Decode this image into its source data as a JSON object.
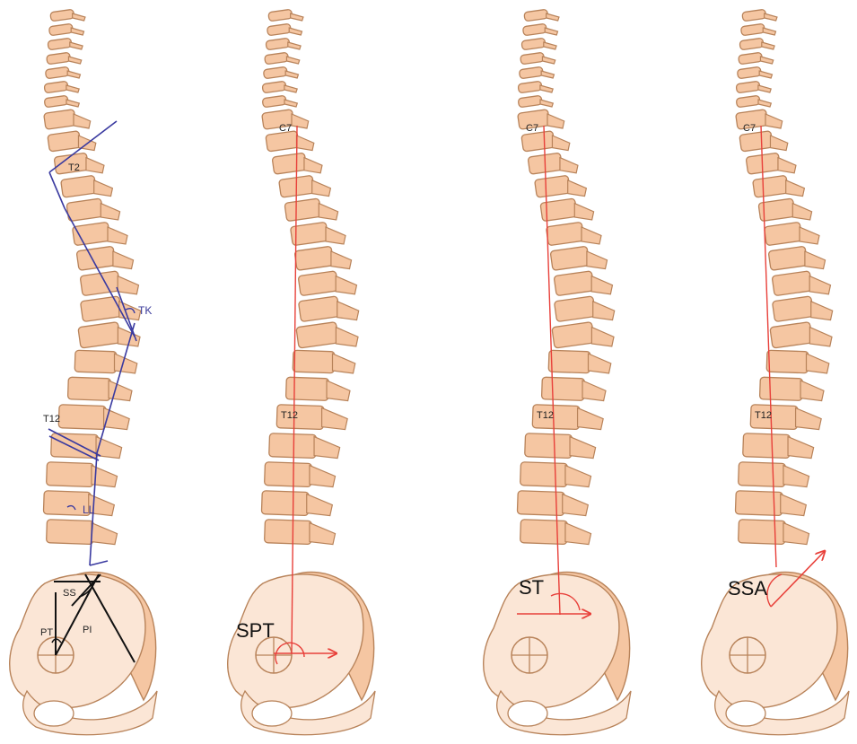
{
  "colors": {
    "bone_fill": "#f5c6a2",
    "bone_stroke": "#b8835a",
    "pelvis_fill": "#fbe6d6",
    "blue_line": "#3a3aa0",
    "red_line": "#e8403a",
    "black_line": "#111111"
  },
  "panels": [
    {
      "labels": {
        "t2": "T2",
        "tk": "TK",
        "t12": "T12",
        "ll": "LL",
        "ss": "SS",
        "pt": "PT",
        "pi": "PI"
      }
    },
    {
      "labels": {
        "c7": "C7",
        "t12": "T12",
        "main": "SPT"
      }
    },
    {
      "labels": {
        "c7": "C7",
        "t12": "T12",
        "main": "ST"
      }
    },
    {
      "labels": {
        "c7": "C7",
        "t12": "T12",
        "main": "SSA"
      }
    }
  ]
}
